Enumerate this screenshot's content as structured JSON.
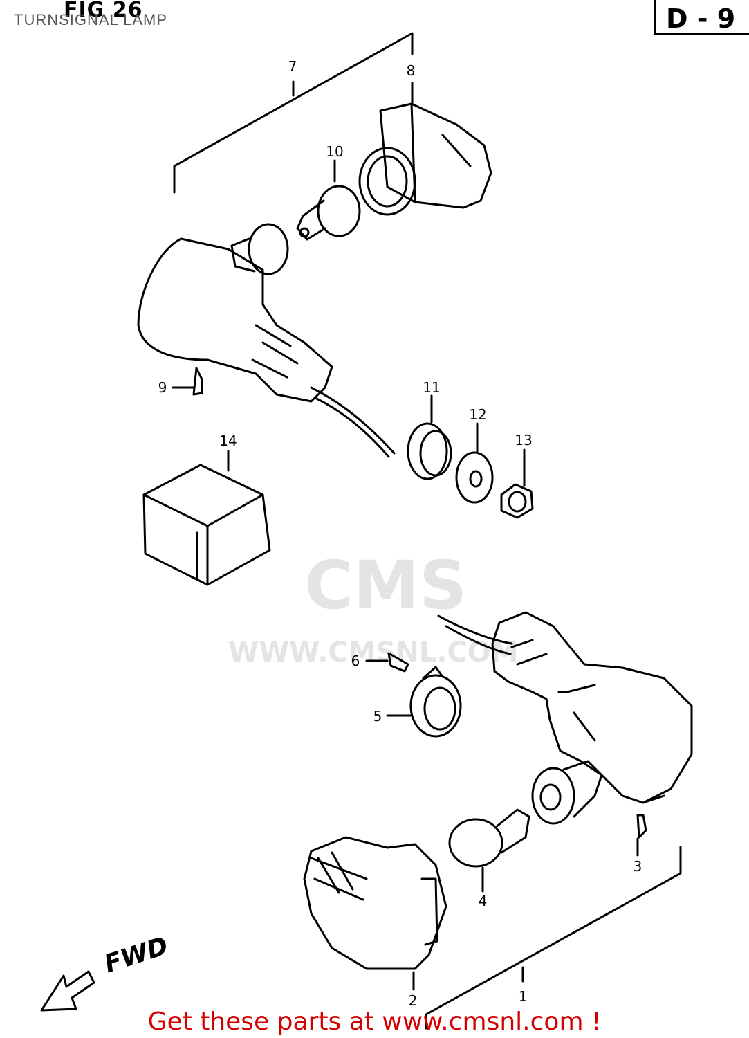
{
  "header": {
    "figure": "FIG 26",
    "subtitle": "TURNSIGNAL LAMP",
    "section": "D - 9"
  },
  "callouts": [
    {
      "id": "callout-1",
      "label": "1"
    },
    {
      "id": "callout-2",
      "label": "2"
    },
    {
      "id": "callout-3",
      "label": "3"
    },
    {
      "id": "callout-4",
      "label": "4"
    },
    {
      "id": "callout-5",
      "label": "5"
    },
    {
      "id": "callout-6",
      "label": "6"
    },
    {
      "id": "callout-7",
      "label": "7"
    },
    {
      "id": "callout-8",
      "label": "8"
    },
    {
      "id": "callout-9",
      "label": "9"
    },
    {
      "id": "callout-10",
      "label": "10"
    },
    {
      "id": "callout-11",
      "label": "11"
    },
    {
      "id": "callout-12",
      "label": "12"
    },
    {
      "id": "callout-13",
      "label": "13"
    },
    {
      "id": "callout-14",
      "label": "14"
    }
  ],
  "direction_label": "FWD",
  "watermark": {
    "brand": "CMS",
    "url": "WWW.CMSNL.COM"
  },
  "banner": "Get these parts at www.cmsnl.com !"
}
